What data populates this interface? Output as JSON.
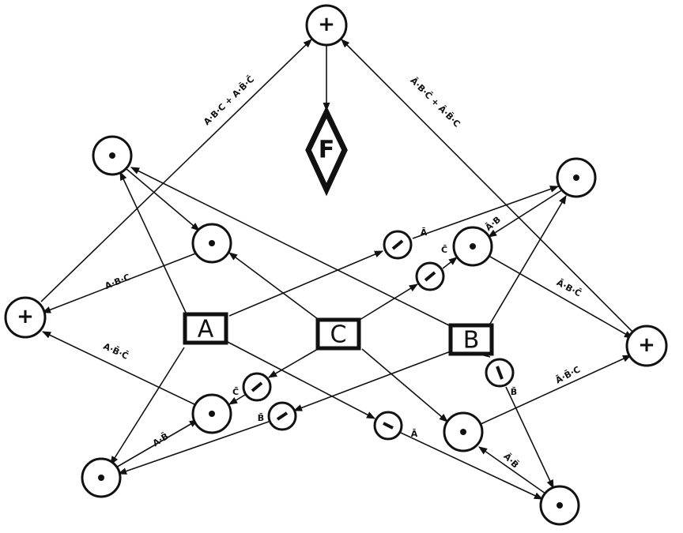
{
  "diagram": {
    "output": "F",
    "inputs": {
      "a": "A",
      "b": "B",
      "c": "C"
    },
    "operators": {
      "or": "+",
      "and": "•",
      "not": "−"
    },
    "labels": {
      "or_left_to_top": "A·B·C + A·B̄·C̄",
      "or_right_to_top": "Ā·B·C̄ + Ā·B̄·C",
      "abc": "A·B·C",
      "ab_nc_nc": "A·B̄·C̄",
      "a_nb": "A·B̄",
      "not_b_left": "B̄",
      "not_c_left": "C̄",
      "not_a_bottom": "Ā",
      "na_nb": "Ā·B̄",
      "na_nb_c": "Ā·B̄·C",
      "not_b_right": "B̄",
      "not_a_top": "Ā",
      "not_c_right": "C̄",
      "na_b": "Ā·B",
      "na_b_nc": "Ā·B·C̄"
    }
  }
}
